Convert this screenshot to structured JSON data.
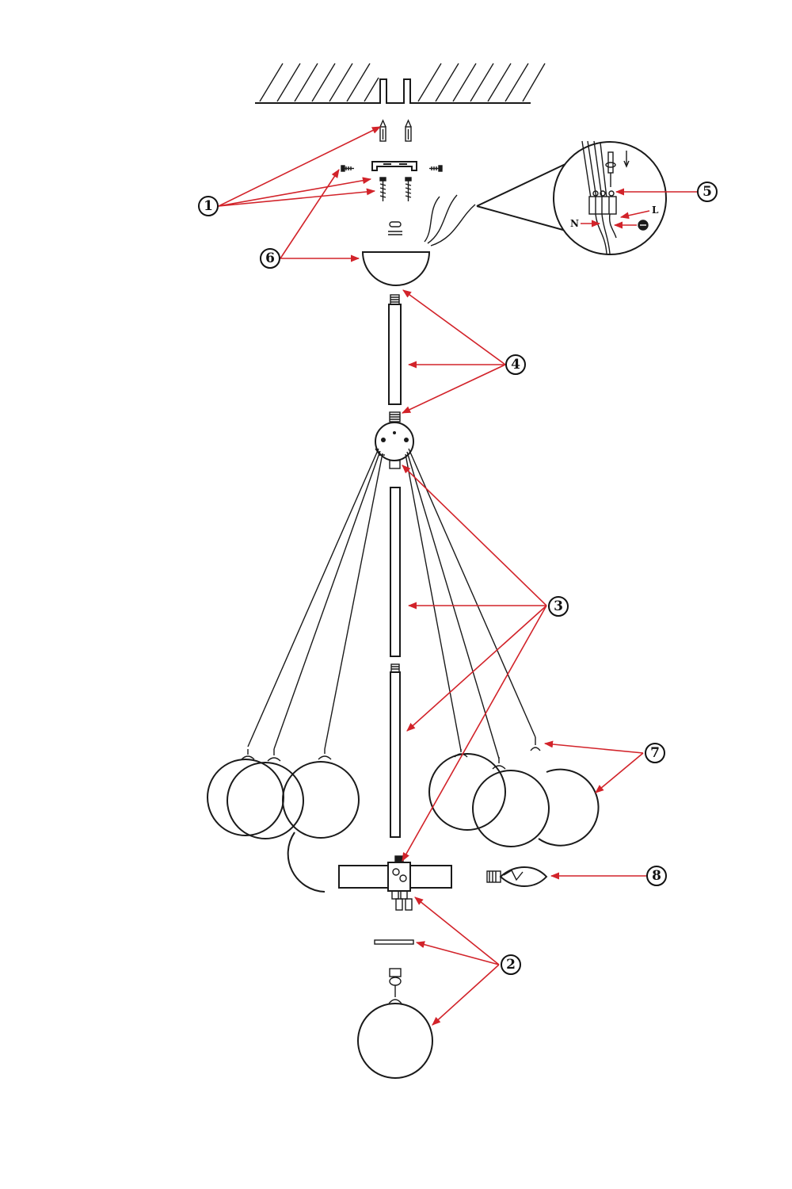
{
  "callouts": [
    {
      "id": "1",
      "label": "1"
    },
    {
      "id": "2",
      "label": "2"
    },
    {
      "id": "3",
      "label": "3"
    },
    {
      "id": "4",
      "label": "4"
    },
    {
      "id": "5",
      "label": "5"
    },
    {
      "id": "6",
      "label": "6"
    },
    {
      "id": "7",
      "label": "7"
    },
    {
      "id": "8",
      "label": "8"
    }
  ],
  "wiring": {
    "neutral_label": "N",
    "live_label": "L",
    "ground_icon": "ground-symbol-icon"
  },
  "colors": {
    "line": "#1a1a1a",
    "leader": "#d2232a"
  }
}
